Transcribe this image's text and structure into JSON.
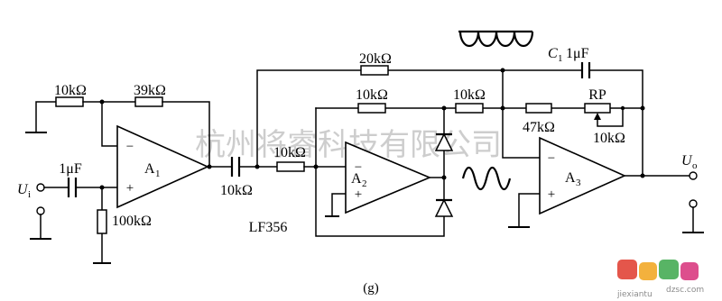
{
  "figure_label": "(g)",
  "watermark": "杭州将睿科技有限公司",
  "signs": {
    "minus": "−",
    "plus": "+"
  },
  "input_terminal": {
    "symbol": "U",
    "subscript": "i"
  },
  "output_terminal": {
    "symbol": "U",
    "subscript": "o"
  },
  "opamps": [
    {
      "symbol": "A",
      "subscript": "1"
    },
    {
      "symbol": "A",
      "subscript": "2"
    },
    {
      "symbol": "A",
      "subscript": "3"
    }
  ],
  "opamp_model": "LF356",
  "stage1": {
    "r_left": "10kΩ",
    "r_feedback": "39kΩ",
    "c_input": "1μF",
    "r_bias": "100kΩ"
  },
  "coupling": {
    "cap_label": "10kΩ",
    "r_input": "10kΩ",
    "r_sum": "20kΩ"
  },
  "stage2": {
    "r_feedback": "10kΩ",
    "r_out": "10kΩ"
  },
  "stage3": {
    "c1": {
      "symbol": "C",
      "subscript": "1",
      "value": "1μF"
    },
    "r_feedback": "47kΩ",
    "rp": {
      "name": "RP",
      "value": "10kΩ"
    }
  },
  "logo": {
    "text": "jiexiantu",
    "site": "dzsc.com"
  }
}
